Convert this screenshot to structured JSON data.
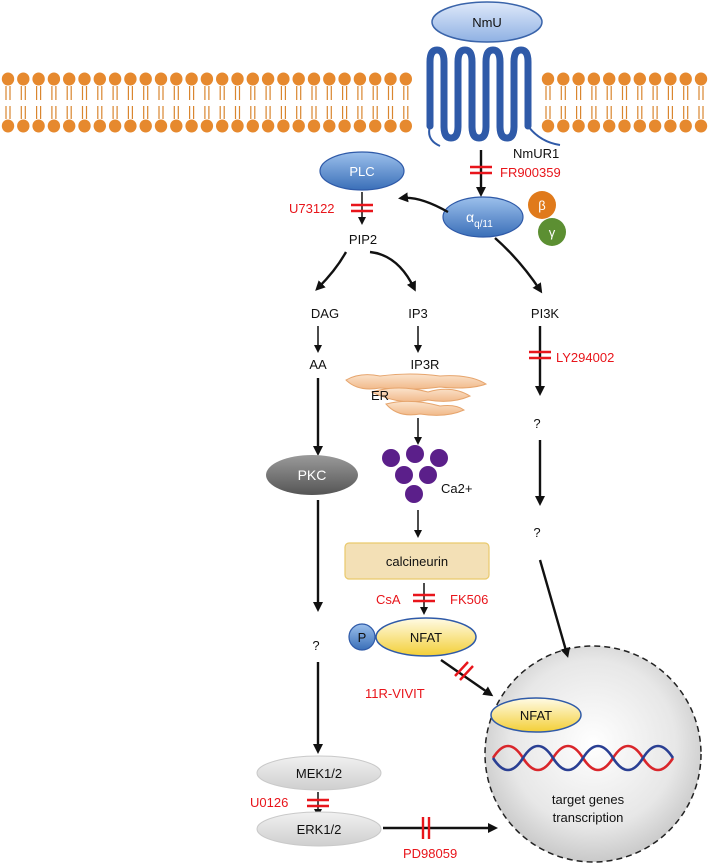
{
  "colors": {
    "membrane_head": "#e6892e",
    "membrane_tail": "#d9862f",
    "receptor": "#2f5aa8",
    "inhibitor_text": "#e8151b",
    "plc": "#3f78c4",
    "pkc": "#6e6e6e",
    "calcium": "#5b1f8a",
    "calcineurin": "#f3e0b6",
    "nfat": "#f6d44a",
    "beta": "#e07a1b",
    "gamma": "#5c8f32"
  },
  "nodes": {
    "nmu": "NmU",
    "nmur1": "NmUR1",
    "plc": "PLC",
    "galpha_main": "α",
    "galpha_sub": "q/11",
    "beta": "β",
    "gamma": "γ",
    "pip2": "PIP2",
    "dag": "DAG",
    "ip3": "IP3",
    "pi3k": "PI3K",
    "aa": "AA",
    "ip3r": "IP3R",
    "er": "ER",
    "pkc": "PKC",
    "ca": "Ca2+",
    "calcineurin": "calcineurin",
    "p": "P",
    "nfat": "NFAT",
    "nfat_nucleus": "NFAT",
    "mek": "MEK1/2",
    "erk": "ERK1/2",
    "q1": "?",
    "q2": "?",
    "q3": "?",
    "nucleus_line1": "target genes",
    "nucleus_line2": "transcription"
  },
  "inhibitors": {
    "fr": "FR900359",
    "u73": "U73122",
    "ly": "LY294002",
    "csa": "CsA",
    "fk": "FK506",
    "vivit": "11R-VIVIT",
    "u0126": "U0126",
    "pd": "PD98059"
  }
}
